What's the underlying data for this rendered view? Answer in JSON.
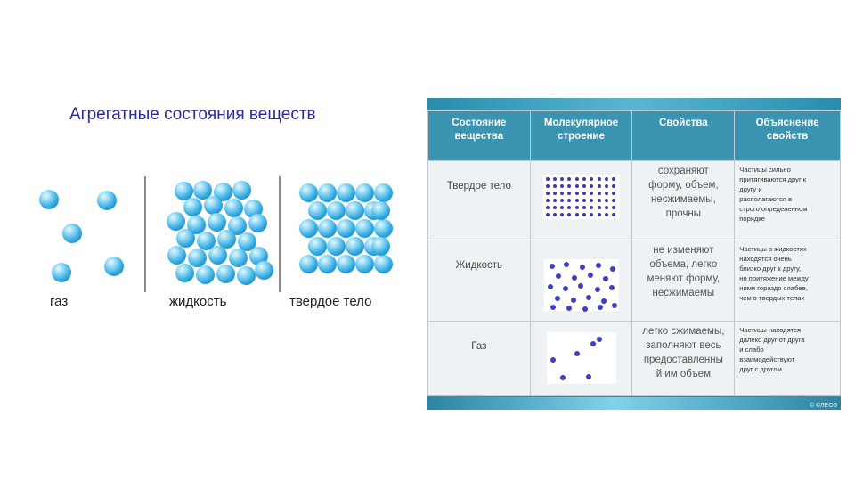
{
  "left": {
    "title": "Агрегатные состояния веществ",
    "labels": {
      "gas": "газ",
      "liquid": "жидкость",
      "solid": "твердое тело"
    }
  },
  "table": {
    "headers": [
      "Состояние\nвещества",
      "Молекулярное\nстроение",
      "Свойства",
      "Объяснение\nсвойств"
    ],
    "rows": [
      {
        "state": "Твердое тело",
        "properties": "сохраняют\nформу, объем,\nнесжимаемы,\nпрочны",
        "explanation": "Частицы сильно\nпритягиваются друг к\nдругу и\nрасполагаются в\nстрого определенном\nпорядке"
      },
      {
        "state": "Жидкость",
        "properties": "не изменяют\nобъема, легко\nменяют форму,\nнесжимаемы",
        "explanation": "Частицы в жидкостях\nнаходятся очень\nблизко друг к другу,\nно притяжение между\nними гораздо слабее,\nчем в твердых телах"
      },
      {
        "state": "Газ",
        "properties": "легко сжимаемы,\nзаполняют весь\nпредоставленны\nй им объем",
        "explanation": "Частицы находятся\nдалеко друг от друга\nи слабо\nвзаимодействуют\nдруг с другом"
      }
    ],
    "watermark": "© ©ЛЕОЗ"
  },
  "colors": {
    "title": "#2a2a9c",
    "ball": "#2fa7e0",
    "header_bg": "#3a93b0",
    "cell_bg": "#eef2f4",
    "molecule": "#3a3ab8"
  }
}
